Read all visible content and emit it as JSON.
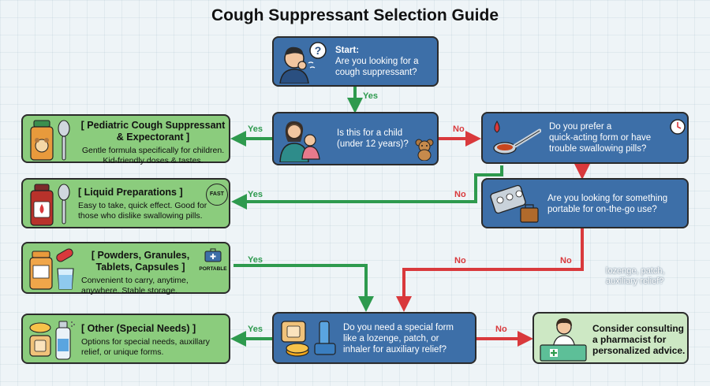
{
  "title": "Cough Suppressant Selection Guide",
  "nodes": {
    "start": {
      "lines": [
        "Start:",
        "Are you looking for a",
        "cough suppressant?"
      ]
    },
    "child": {
      "lines": [
        "Is this for a child",
        "(under 12 years)?"
      ]
    },
    "quick": {
      "lines": [
        "Do you prefer a",
        "quick-acting form or have",
        "trouble swallowing pills?"
      ]
    },
    "portable": {
      "lines": [
        "Are you looking for something",
        "portable for on-the-go use?"
      ]
    },
    "special": {
      "lines": [
        "Do you need a special form",
        "like a lozenge, patch, or",
        "inhaler for auxiliary relief?"
      ]
    },
    "pharmacist": {
      "lines": [
        "Consider consulting",
        "a pharmacist for",
        "personalized advice."
      ]
    },
    "pediatric": {
      "head": [
        "[ Pediatric Cough Suppressant",
        "& Expectorant ]"
      ],
      "body": [
        "Gentle formula specifically for children.",
        "Kid-friendly doses & tastes."
      ]
    },
    "liquid": {
      "head": [
        "[ Liquid Preparations ]"
      ],
      "body": [
        "Easy to take, quick effect. Good for",
        "those who dislike swallowing pills."
      ]
    },
    "powders": {
      "head": [
        "[ Powders, Granules,",
        "Tablets, Capsules ]"
      ],
      "body": [
        "Convenient to carry, anytime,",
        "anywhere. Stable storage."
      ]
    },
    "other": {
      "head": [
        "[ Other (Special Needs) ]"
      ],
      "body": [
        "Options for special needs, auxillary",
        "relief, or unique forms."
      ]
    }
  },
  "edges": {
    "yes": "Yes",
    "no": "No"
  },
  "badges": {
    "fast": "FAST",
    "portable": "PORTABLE"
  },
  "stray_text": "lozenge, patch, auxiliary relief?",
  "colors": {
    "decision": "#3d6fa8",
    "outcome": "#8bcc7d",
    "consult": "#cde8c4",
    "yes_arrow": "#2e9a4e",
    "no_arrow": "#d9393c"
  }
}
